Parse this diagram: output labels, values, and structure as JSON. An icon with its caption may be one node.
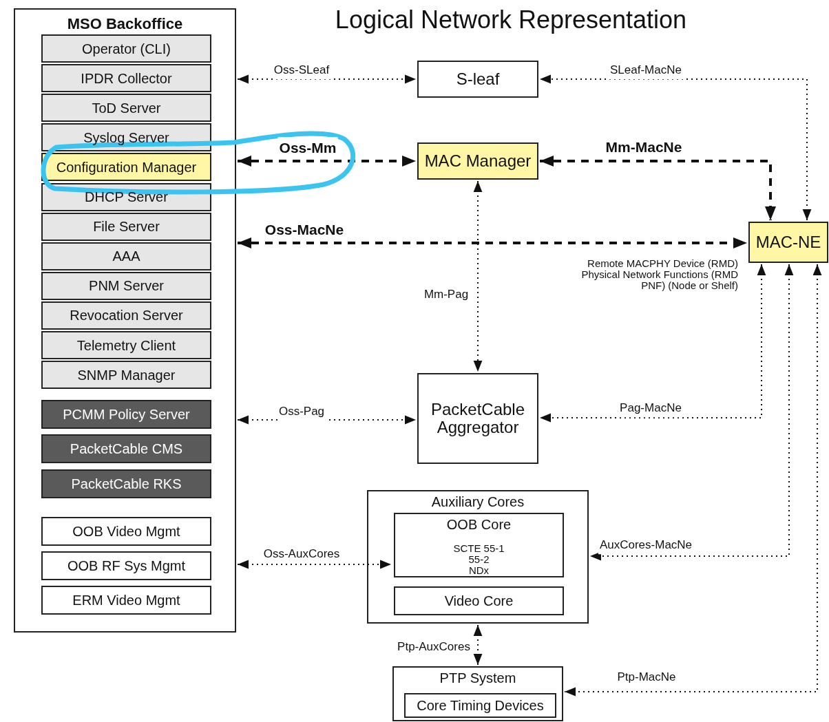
{
  "diagram": {
    "title": "Logical Network Representation",
    "nodes": [
      {
        "text": [
          "MSO Backoffice"
        ]
      },
      {
        "text": [
          "Operator (CLI)"
        ],
        "in": 0
      },
      {
        "text": [
          "IPDR Collector"
        ],
        "in": 0
      },
      {
        "text": [
          "ToD Server"
        ],
        "in": 0
      },
      {
        "text": [
          "Syslog Server"
        ],
        "in": 0
      },
      {
        "text": [
          "Configuration Manager"
        ],
        "in": 0
      },
      {
        "text": [
          "DHCP Server"
        ],
        "in": 0
      },
      {
        "text": [
          "File Server"
        ],
        "in": 0
      },
      {
        "text": [
          "AAA"
        ],
        "in": 0
      },
      {
        "text": [
          "PNM Server"
        ],
        "in": 0
      },
      {
        "text": [
          "Revocation Server"
        ],
        "in": 0
      },
      {
        "text": [
          "Telemetry Client"
        ],
        "in": 0
      },
      {
        "text": [
          "SNMP Manager"
        ],
        "in": 0
      },
      {
        "text": [
          "PCMM Policy Server"
        ],
        "in": 0
      },
      {
        "text": [
          "PacketCable CMS"
        ],
        "in": 0
      },
      {
        "text": [
          "PacketCable RKS"
        ],
        "in": 0
      },
      {
        "text": [
          "OOB Video Mgmt"
        ],
        "in": 0
      },
      {
        "text": [
          "OOB RF Sys Mgmt"
        ],
        "in": 0
      },
      {
        "text": [
          "ERM Video Mgmt"
        ],
        "in": 0
      },
      {
        "text": [
          "S-leaf"
        ]
      },
      {
        "text": [
          "MAC Manager"
        ]
      },
      {
        "text": [
          "MAC-NE"
        ],
        "beside": [
          "Remote MACPHY Device (RMD) Physical Network Functions (RMD PNF) (Node or Shelf)"
        ]
      },
      {
        "text": [
          "PacketCable Aggregator"
        ]
      },
      {
        "text": [
          "Auxiliary Cores"
        ]
      },
      {
        "text": [
          "OOB Core",
          "SCTE 55-1",
          "55-2",
          "NDx"
        ],
        "in": 23
      },
      {
        "text": [
          "Video Core"
        ],
        "in": 23
      },
      {
        "text": [
          "PTP System"
        ]
      },
      {
        "text": [
          "Core Timing Devices"
        ],
        "in": 26
      }
    ],
    "edges": [
      {
        "from": 0,
        "to": 19,
        "arrow": "both",
        "label": "Oss-SLeaf"
      },
      {
        "from": 21,
        "to": 19,
        "arrow": "both",
        "label": "SLeaf-MacNe"
      },
      {
        "from": 0,
        "to": 20,
        "arrow": "both",
        "label": "Oss-Mm",
        "style": "dashed"
      },
      {
        "from": 20,
        "to": 21,
        "arrow": "both",
        "label": "Mm-MacNe",
        "style": "dashed"
      },
      {
        "from": 0,
        "to": 21,
        "arrow": "both",
        "label": "Oss-MacNe",
        "style": "dashed"
      },
      {
        "from": 20,
        "to": 22,
        "arrow": "both",
        "label": "Mm-Pag"
      },
      {
        "from": 0,
        "to": 22,
        "arrow": "both",
        "label": "Oss-Pag"
      },
      {
        "from": 21,
        "to": 22,
        "arrow": "both",
        "label": "Pag-MacNe"
      },
      {
        "from": 0,
        "to": 24,
        "arrow": "both",
        "label": "Oss-AuxCores"
      },
      {
        "from": 21,
        "to": 23,
        "arrow": "both",
        "label": "AuxCores-MacNe"
      },
      {
        "from": 23,
        "to": 26,
        "arrow": "both",
        "label": "Ptp-AuxCores"
      },
      {
        "from": 21,
        "to": 26,
        "arrow": "both",
        "label": "Ptp-MacNe"
      }
    ]
  }
}
